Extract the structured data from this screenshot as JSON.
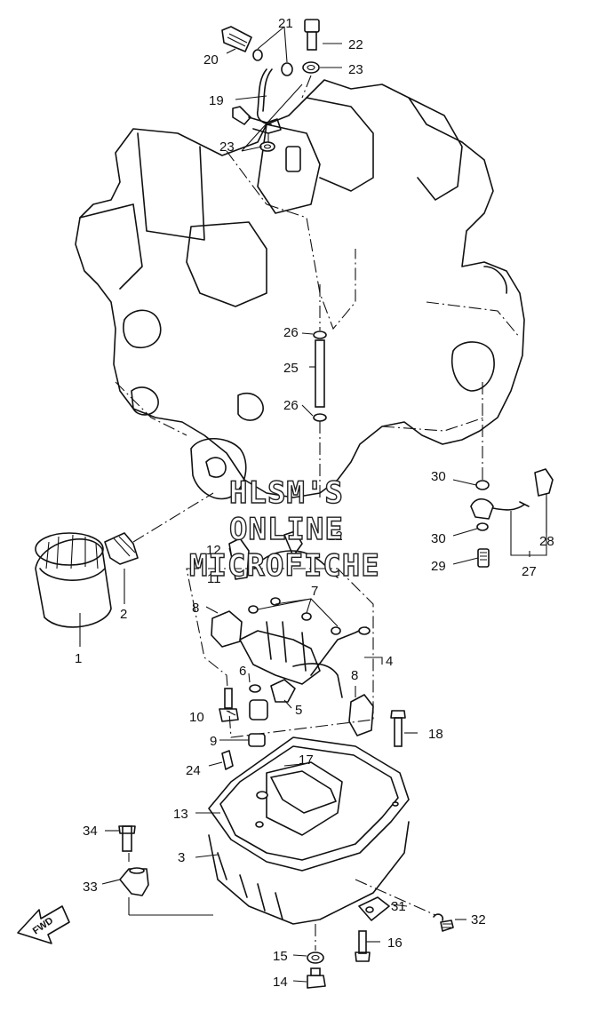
{
  "watermark": {
    "line1": "HLSM'S",
    "line2": "ONLINE",
    "line3": "MICROFICHE"
  },
  "fwd_label": "FWD",
  "callouts": [
    {
      "id": "c1",
      "text": "1"
    },
    {
      "id": "c2",
      "text": "2"
    },
    {
      "id": "c3",
      "text": "3"
    },
    {
      "id": "c4",
      "text": "4"
    },
    {
      "id": "c5",
      "text": "5"
    },
    {
      "id": "c6",
      "text": "6"
    },
    {
      "id": "c7",
      "text": "7"
    },
    {
      "id": "c8a",
      "text": "8"
    },
    {
      "id": "c8b",
      "text": "8"
    },
    {
      "id": "c9",
      "text": "9"
    },
    {
      "id": "c10",
      "text": "10"
    },
    {
      "id": "c11",
      "text": "11"
    },
    {
      "id": "c12a",
      "text": "12"
    },
    {
      "id": "c12b",
      "text": "12"
    },
    {
      "id": "c13",
      "text": "13"
    },
    {
      "id": "c14",
      "text": "14"
    },
    {
      "id": "c15",
      "text": "15"
    },
    {
      "id": "c16",
      "text": "16"
    },
    {
      "id": "c17",
      "text": "17"
    },
    {
      "id": "c18",
      "text": "18"
    },
    {
      "id": "c19",
      "text": "19"
    },
    {
      "id": "c20",
      "text": "20"
    },
    {
      "id": "c21",
      "text": "21"
    },
    {
      "id": "c22",
      "text": "22"
    },
    {
      "id": "c23a",
      "text": "23"
    },
    {
      "id": "c23b",
      "text": "23"
    },
    {
      "id": "c24",
      "text": "24"
    },
    {
      "id": "c25",
      "text": "25"
    },
    {
      "id": "c26a",
      "text": "26"
    },
    {
      "id": "c26b",
      "text": "26"
    },
    {
      "id": "c27",
      "text": "27"
    },
    {
      "id": "c28",
      "text": "28"
    },
    {
      "id": "c29",
      "text": "29"
    },
    {
      "id": "c30a",
      "text": "30"
    },
    {
      "id": "c30b",
      "text": "30"
    },
    {
      "id": "c31",
      "text": "31"
    },
    {
      "id": "c32",
      "text": "32"
    },
    {
      "id": "c33",
      "text": "33"
    },
    {
      "id": "c34",
      "text": "34"
    }
  ]
}
